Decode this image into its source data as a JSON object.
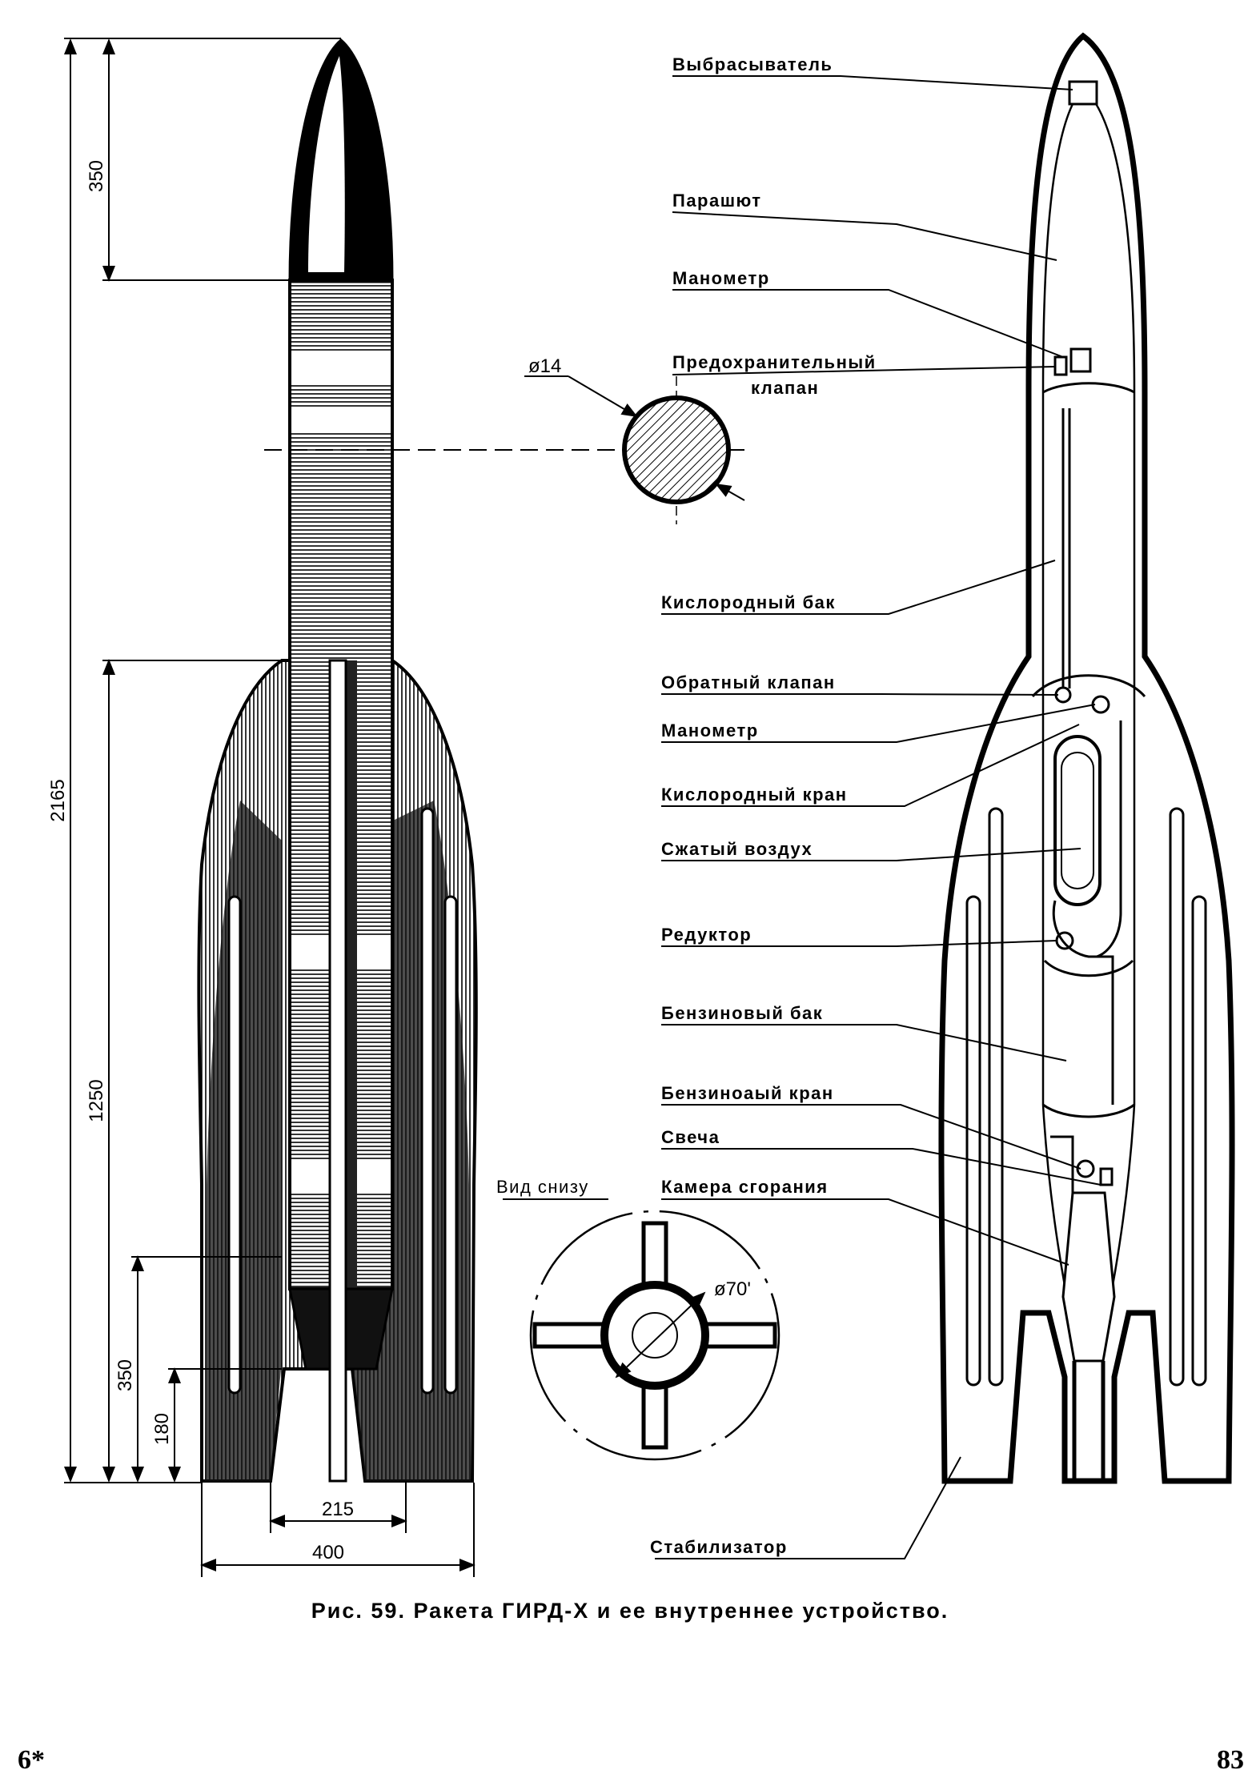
{
  "dimensions": {
    "total_length": "2165",
    "nose_length": "350",
    "body_lower": "1250",
    "nozzle_upper": "350",
    "nozzle_lower": "180",
    "nozzle_width": "215",
    "overall_width": "400",
    "section_diameter": "ø14",
    "bottom_diameter": "ø70'"
  },
  "view_label": "Вид снизу",
  "labels": [
    "Выбрасыватель",
    "Парашют",
    "Манометр",
    "Предохранительный",
    "клапан",
    "Кислородный бак",
    "Обратный клапан",
    "Манометр",
    "Кислородный кран",
    "Сжатый воздух",
    "Редуктор",
    "Бензиновый бак",
    "Бензиноаый кран",
    "Свеча",
    "Камера сгорания",
    "Стабилизатор"
  ],
  "caption": "Рис. 59. Ракета ГИРД-Х и ее внутреннее устройство.",
  "page_left": "6*",
  "page_right": "83"
}
